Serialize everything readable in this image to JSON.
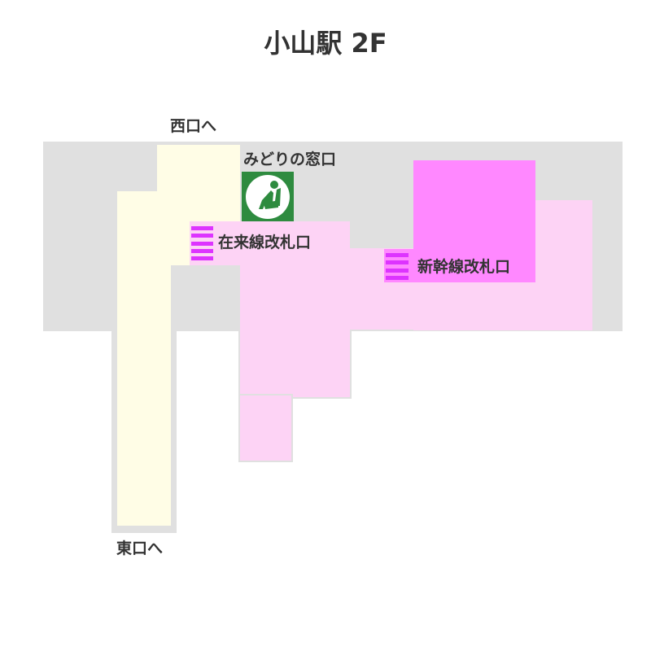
{
  "map": {
    "title": "小山駅 2F",
    "labels": {
      "west_exit": "西口へ",
      "east_exit": "東口へ",
      "ticket_office": "みどりの窓口",
      "conventional_gate": "在来線改札口",
      "shinkansen_gate": "新幹線改札口"
    },
    "icons": {
      "ticket_office": "reserved-seat-icon",
      "conventional_gate": "ticket-gate-icon",
      "shinkansen_gate": "ticket-gate-icon"
    },
    "colors": {
      "concourse": "#e0e0e0",
      "corridor": "#fffde6",
      "conventional_area": "#fdd3f5",
      "shinkansen_area": "#ff88ff",
      "gate_bars": "#dd33ff",
      "ticket_office_icon_bg": "#2e8b3f",
      "text": "#333333"
    }
  }
}
